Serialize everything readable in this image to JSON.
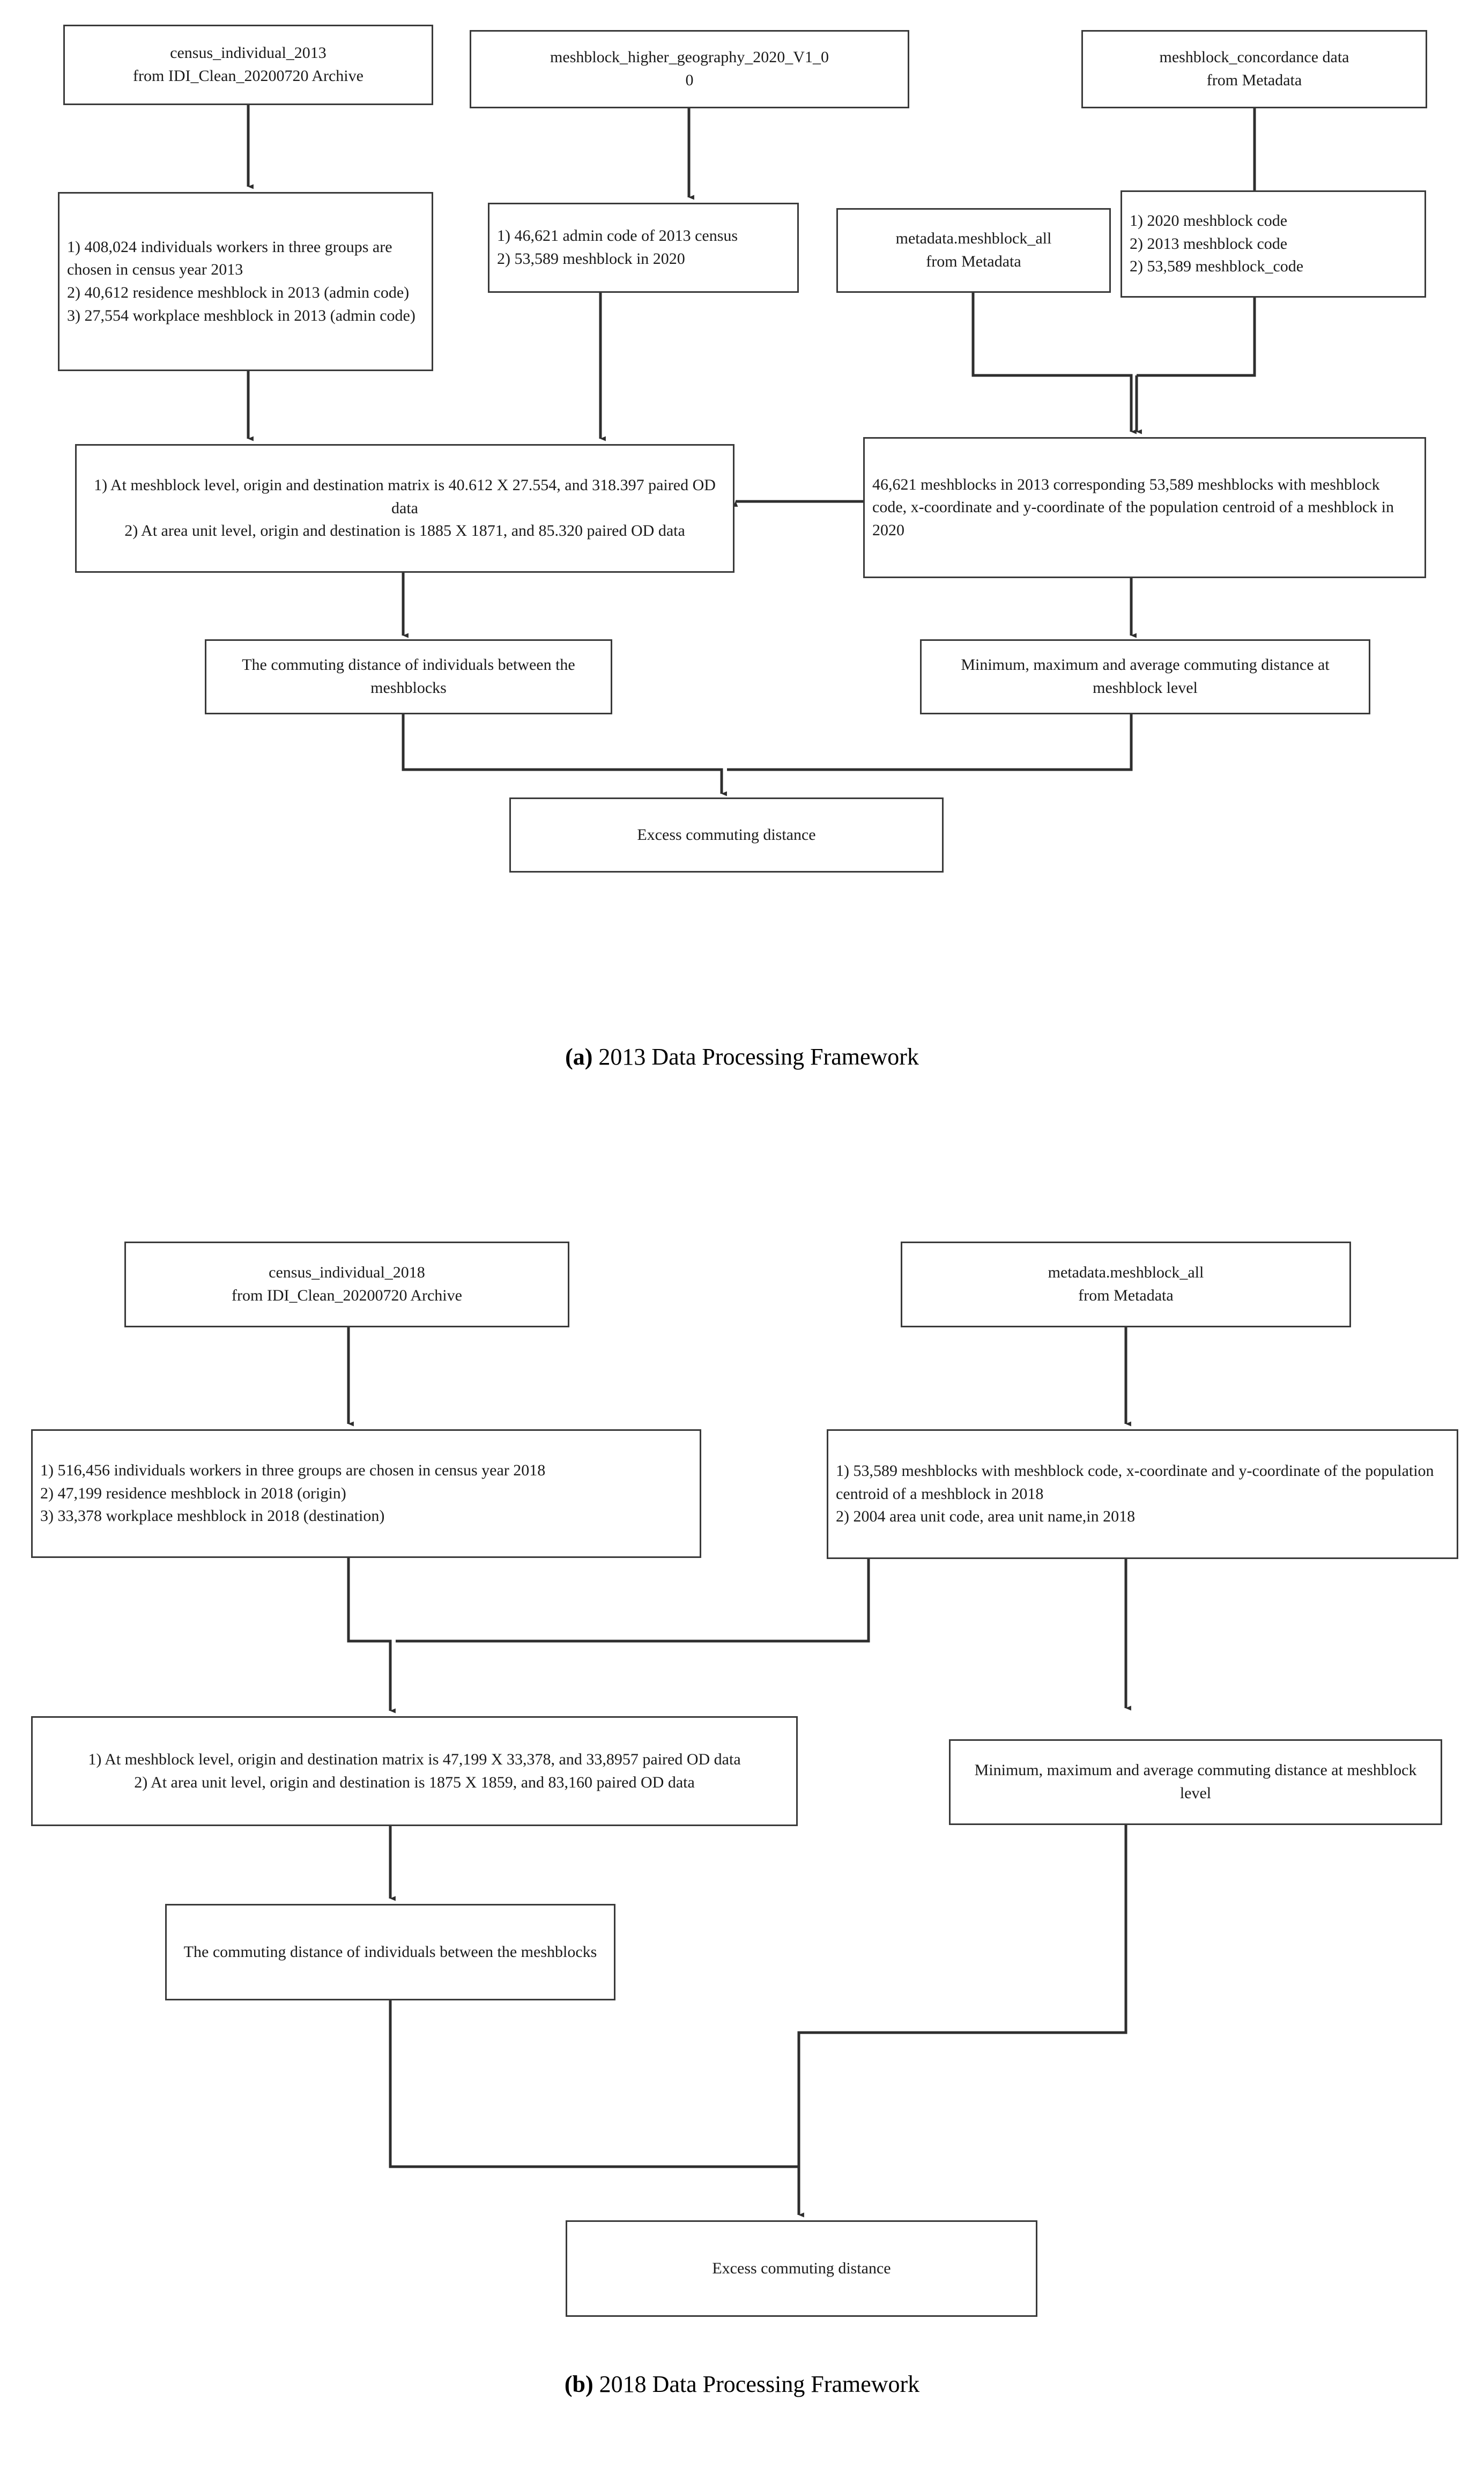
{
  "figure": {
    "title": "Data Processing Framework",
    "line_color": "#3a3a3a",
    "text_color": "#1a1a1a",
    "background": "#ffffff"
  },
  "panel_a": {
    "caption_label": "(a)",
    "caption_title": "2013 Data Processing Framework",
    "nodes": {
      "census_source": "census_individual_2013\nfrom IDI_Clean_20200720 Archive",
      "meshblock_geography_source": "meshblock_higher_geography_2020_V1_0\n0",
      "concordance_source": "meshblock_concordance data\nfrom Metadata",
      "census_extract": "1) 408,024 individuals workers in three groups are chosen in census year 2013\n2) 40,612 residence meshblock in 2013 (admin code)\n3) 27,554 workplace meshblock in 2013 (admin code)",
      "admin_codes": "1) 46,621 admin code of 2013 census\n2) 53,589 meshblock in 2020",
      "metadata_source": "metadata.meshblock_all\nfrom Metadata",
      "concordance_codes": "1) 2020 meshblock code\n2) 2013 meshblock code\n2) 53,589 meshblock_code",
      "od_matrix": "1) At meshblock level, origin and destination matrix is 40.612 X 27.554, and 318.397 paired OD data\n2) At area unit level, origin and destination is 1885 X 1871, and 85.320 paired OD data",
      "centroid_join": "46,621 meshblocks in 2013 corresponding 53,589 meshblocks with meshblock code,  x-coordinate and y-coordinate of the population centroid of a meshblock in 2020",
      "commuting_distance": "The commuting distance of individuals between the meshblocks",
      "minmax_distance": "Minimum, maximum and average commuting distance at meshblock level",
      "excess_commuting": "Excess commuting distance"
    }
  },
  "panel_b": {
    "caption_label": "(b)",
    "caption_title": "2018 Data Processing Framework",
    "nodes": {
      "census_source": "census_individual_2018\nfrom IDI_Clean_20200720 Archive",
      "metadata_source": "metadata.meshblock_all\nfrom Metadata",
      "census_extract": "1) 516,456 individuals workers in three groups are chosen in census year 2018\n2) 47,199 residence meshblock in 2018 (origin)\n3) 33,378 workplace meshblock in 2018 (destination)",
      "meshblock_attributes": "1) 53,589 meshblocks with meshblock code,  x-coordinate and y-coordinate of the population centroid of a meshblock in 2018\n2) 2004 area unit code, area unit name,in 2018",
      "od_matrix": "1) At meshblock level, origin and destination matrix is 47,199 X 33,378, and 33,8957 paired OD data\n 2) At area unit level, origin and destination is 1875 X 1859, and 83,160 paired OD data",
      "minmax_distance": "Minimum, maximum and average commuting distance at meshblock level",
      "commuting_distance": "The commuting distance of individuals between the meshblocks",
      "excess_commuting": "Excess commuting distance"
    }
  }
}
